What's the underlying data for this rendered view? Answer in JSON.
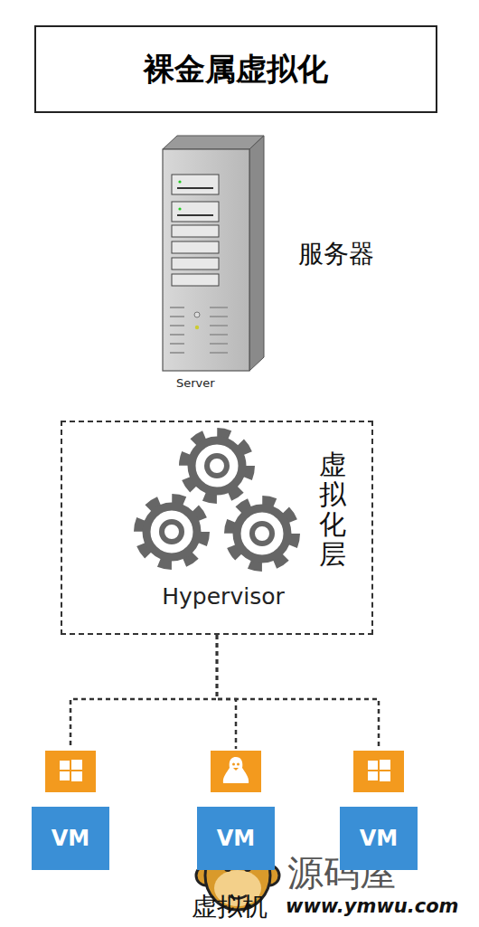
{
  "diagram": {
    "title": "裸金属虚拟化",
    "nodes": [
      {
        "text": [
          "Hypervisor",
          "虚拟化层"
        ]
      },
      {
        "text": [
          "VM"
        ]
      },
      {
        "text": [
          "VM"
        ]
      },
      {
        "text": [
          "VM"
        ]
      }
    ],
    "edges": [
      {
        "from": 0,
        "to": 1,
        "arrow": "none"
      },
      {
        "from": 0,
        "to": 2,
        "arrow": "none"
      },
      {
        "from": 0,
        "to": 3,
        "arrow": "none"
      }
    ],
    "labels": [
      "Server",
      "服务器",
      "虚拟机",
      "源码屋",
      "www.ymwu.com"
    ]
  }
}
